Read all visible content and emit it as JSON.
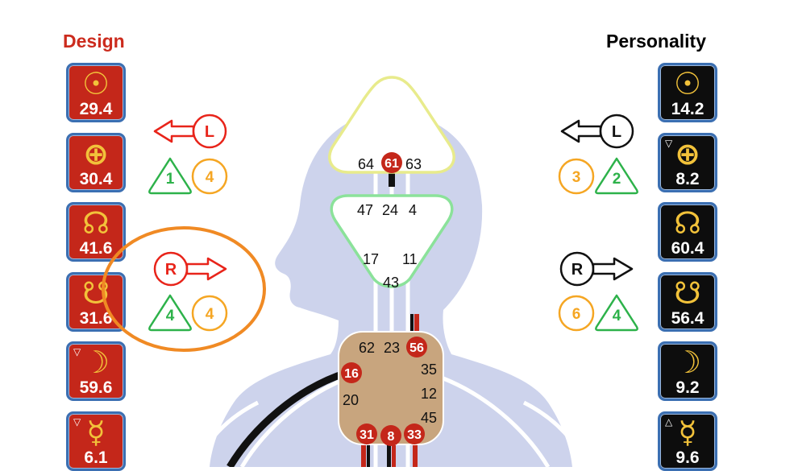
{
  "design": {
    "title": "Design",
    "planets": [
      {
        "symbol": "☉",
        "value": "29.4",
        "mark": ""
      },
      {
        "symbol": "⊕",
        "value": "30.4",
        "mark": ""
      },
      {
        "symbol": "☊",
        "value": "41.6",
        "mark": ""
      },
      {
        "symbol": "☋",
        "value": "31.6",
        "mark": ""
      },
      {
        "symbol": "☽",
        "value": "59.6",
        "mark": "▽"
      },
      {
        "symbol": "☿",
        "value": "6.1",
        "mark": "▽"
      }
    ],
    "variables": {
      "top_arrow_letter": "L",
      "top_numbers": [
        "1",
        "4"
      ],
      "bottom_arrow_letter": "R",
      "bottom_numbers": [
        "4",
        "4"
      ]
    }
  },
  "personality": {
    "title": "Personality",
    "planets": [
      {
        "symbol": "☉",
        "value": "14.2",
        "mark": ""
      },
      {
        "symbol": "⊕",
        "value": "8.2",
        "mark": "▽"
      },
      {
        "symbol": "☊",
        "value": "60.4",
        "mark": ""
      },
      {
        "symbol": "☋",
        "value": "56.4",
        "mark": ""
      },
      {
        "symbol": "☽",
        "value": "9.2",
        "mark": ""
      },
      {
        "symbol": "☿",
        "value": "9.6",
        "mark": "△"
      }
    ],
    "variables": {
      "top_arrow_letter": "L",
      "top_numbers": [
        "3",
        "2"
      ],
      "bottom_arrow_letter": "R",
      "bottom_numbers": [
        "6",
        "4"
      ]
    }
  },
  "centers": {
    "head": {
      "gates": [
        "64",
        "61",
        "63"
      ]
    },
    "ajna": {
      "gates": [
        "47",
        "24",
        "4",
        "17",
        "11",
        "43"
      ]
    },
    "throat": {
      "gates": [
        "62",
        "23",
        "56",
        "16",
        "35",
        "20",
        "12",
        "45",
        "31",
        "8",
        "33"
      ]
    }
  },
  "colors": {
    "design_red": "#c4271a",
    "design_title": "#cc2b1d",
    "card_border": "#3b6fb2",
    "glyph_gold": "#f2c23a",
    "head_outline": "#e8eb8c",
    "ajna_outline": "#8be29a",
    "throat_fill": "#c8a57e",
    "body_silhouette": "#cdd3ec",
    "highlight_orange": "#f08a24",
    "number_orange": "#f5a623",
    "number_green": "#2db24a"
  }
}
